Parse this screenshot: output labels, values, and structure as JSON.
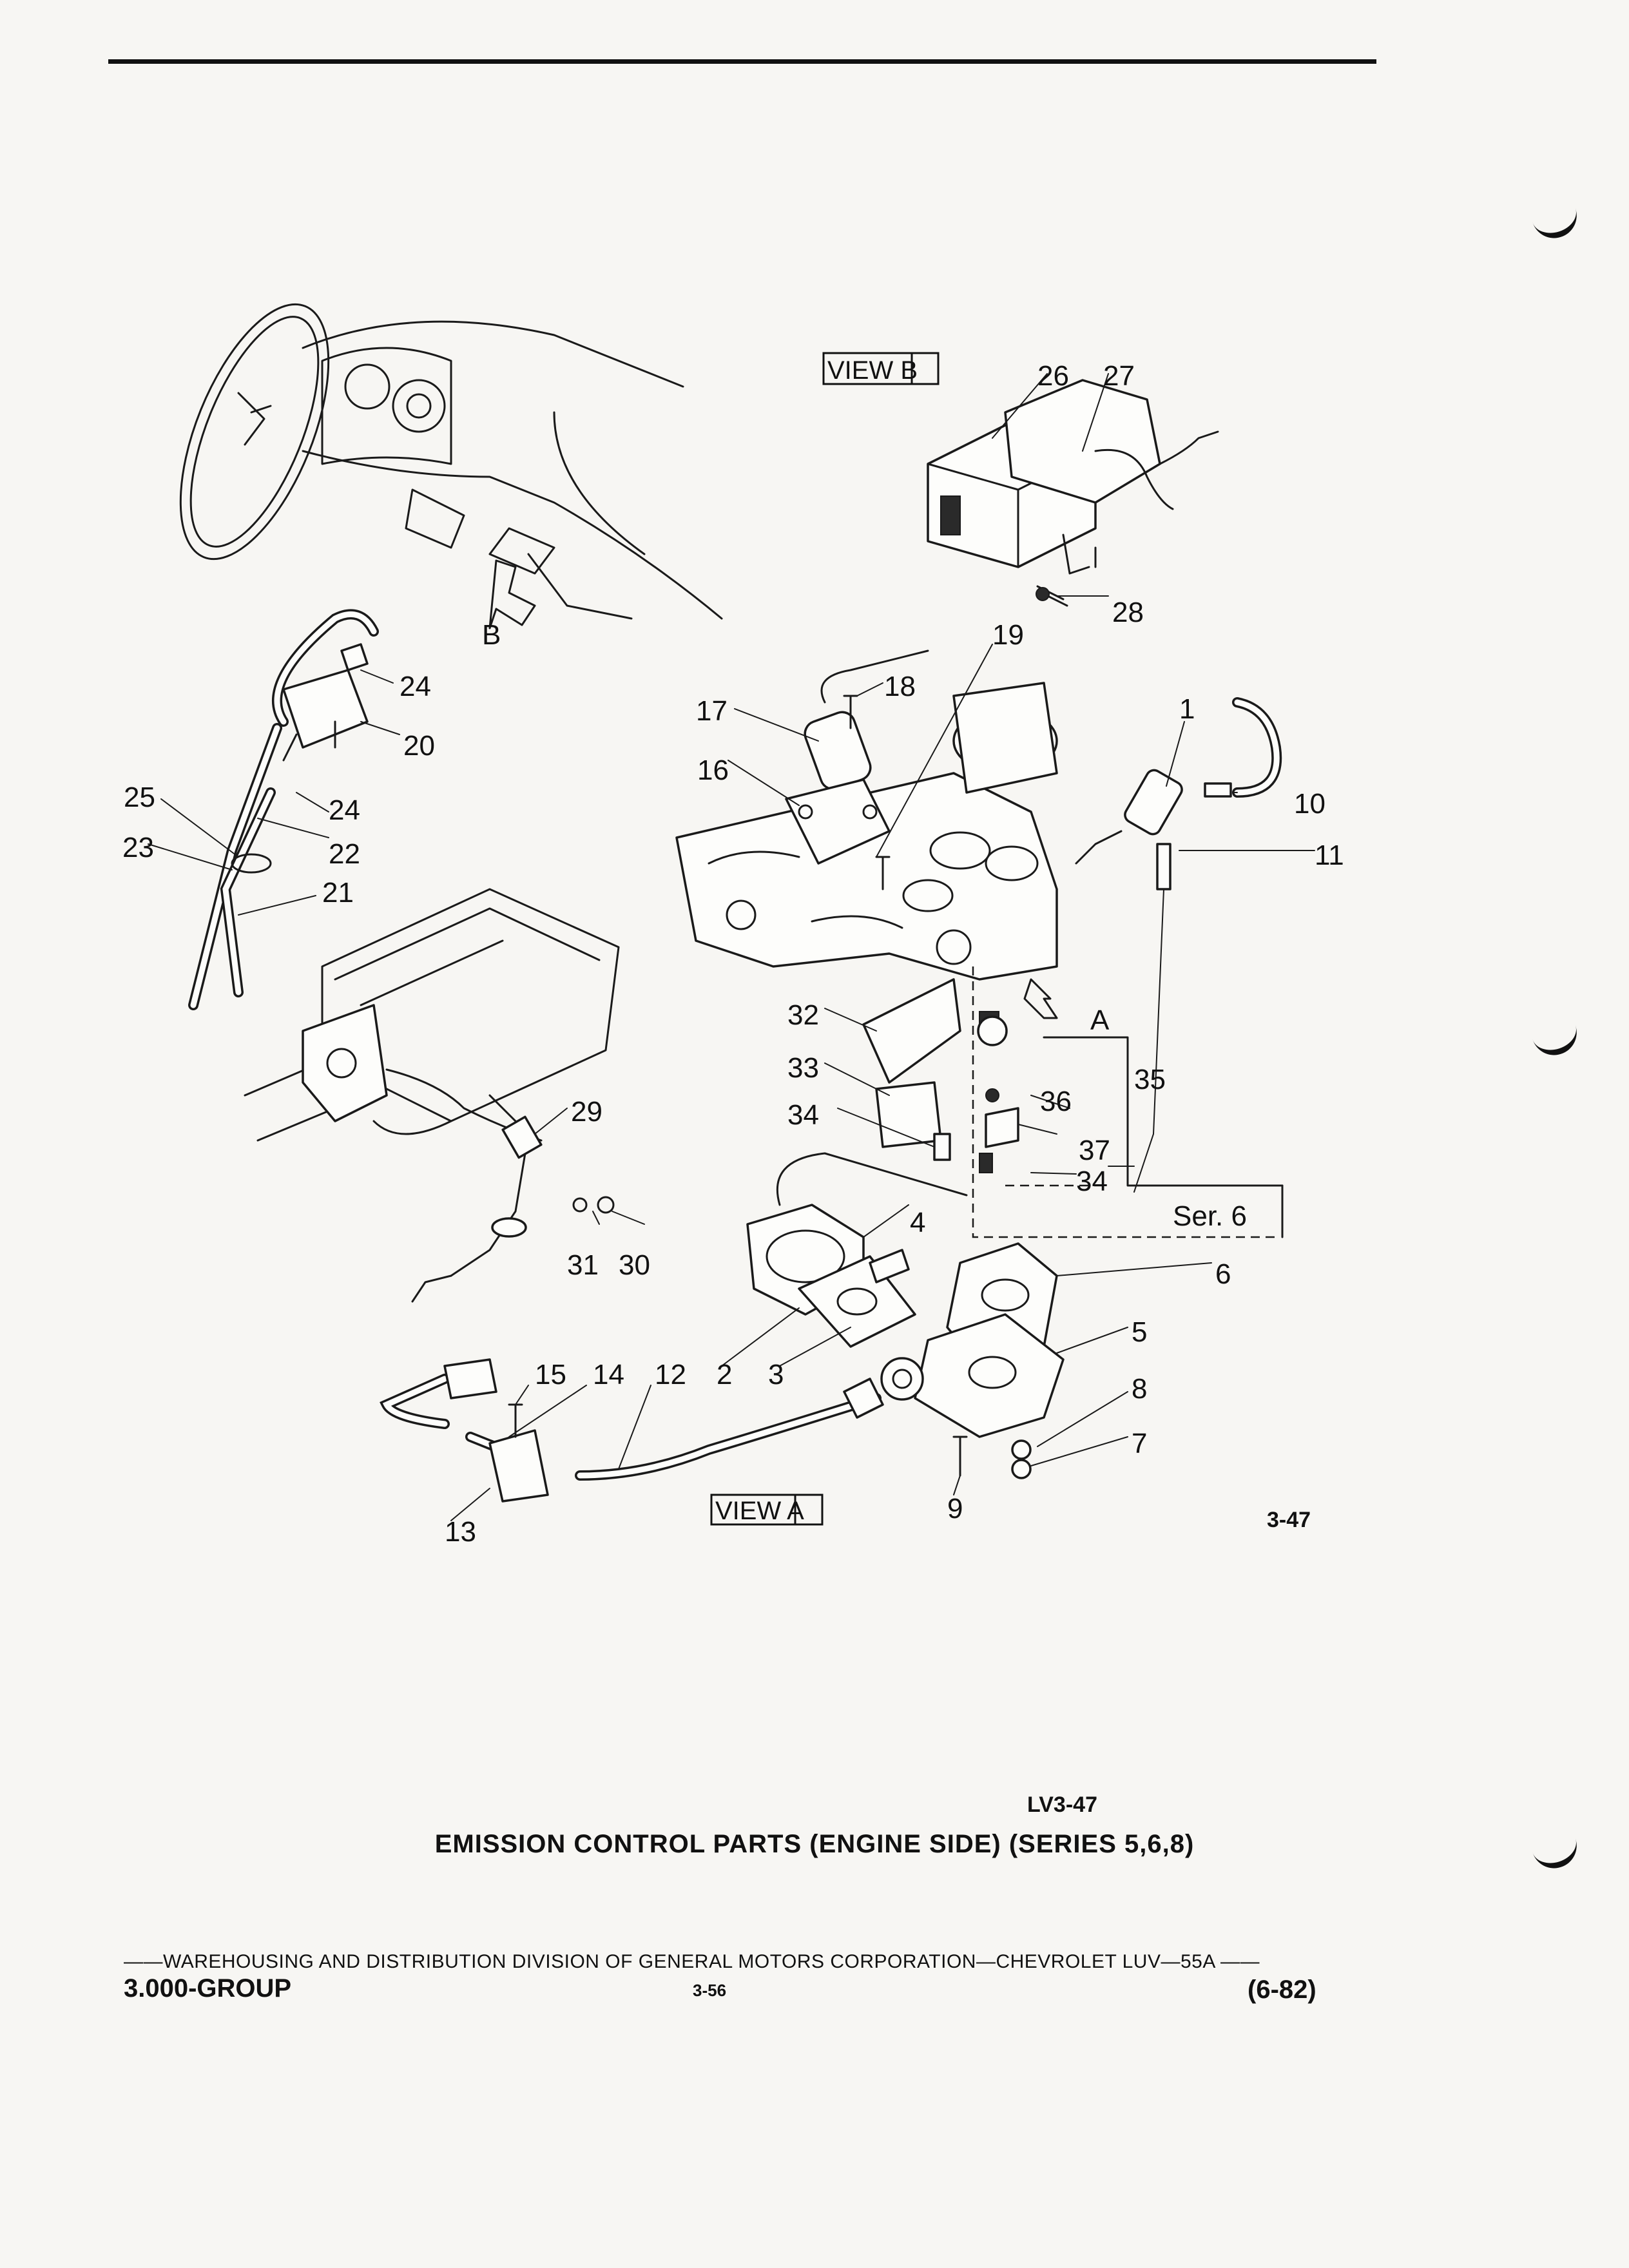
{
  "view_b_label": "VIEW B",
  "view_a_label": "VIEW A",
  "b_marker": "B",
  "a_marker": "A",
  "series_box": "Ser. 6",
  "figure_ref": "3-47",
  "image_ref": "LV3-47",
  "caption": "EMISSION CONTROL PARTS (ENGINE SIDE) (SERIES 5,6,8)",
  "callouts": {
    "c1": "1",
    "c2": "2",
    "c3": "3",
    "c4": "4",
    "c5": "5",
    "c6": "6",
    "c7": "7",
    "c8": "8",
    "c9": "9",
    "c10": "10",
    "c11": "11",
    "c12": "12",
    "c13": "13",
    "c14": "14",
    "c15": "15",
    "c16": "16",
    "c17": "17",
    "c18": "18",
    "c19": "19",
    "c20": "20",
    "c21": "21",
    "c22": "22",
    "c23": "23",
    "c24a": "24",
    "c24b": "24",
    "c25": "25",
    "c26": "26",
    "c27": "27",
    "c28": "28",
    "c29": "29",
    "c30": "30",
    "c31": "31",
    "c32": "32",
    "c33": "33",
    "c34a": "34",
    "c34b": "34",
    "c35": "35",
    "c36": "36",
    "c37": "37"
  },
  "footer": {
    "line": "——WAREHOUSING AND DISTRIBUTION DIVISION OF GENERAL MOTORS CORPORATION—CHEVROLET LUV—55A ——",
    "group": "3.000-GROUP",
    "page": "3-56",
    "date": "(6-82)"
  }
}
